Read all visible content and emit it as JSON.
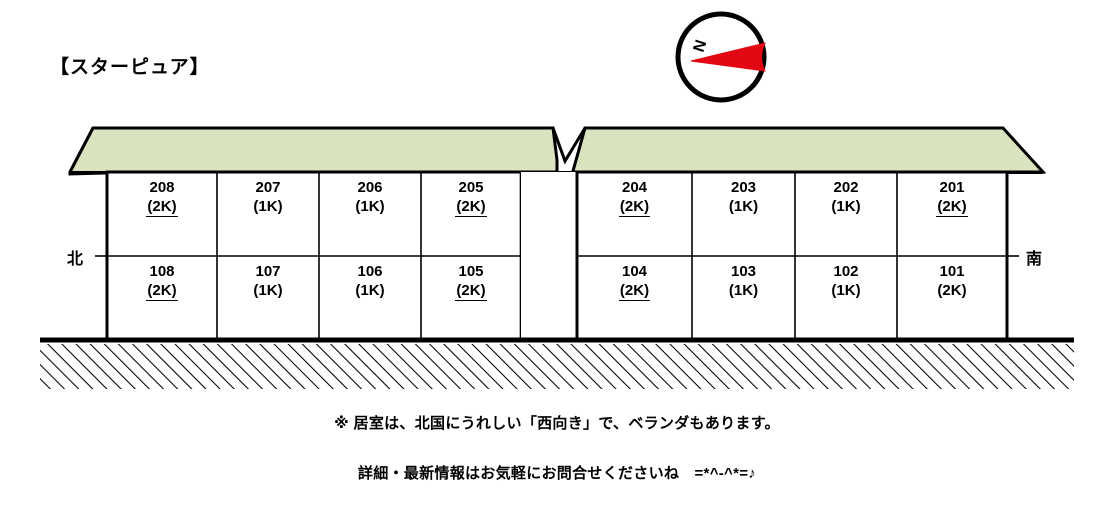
{
  "title": "【スターピュア】",
  "compass": {
    "icon": "compass-rose-icon",
    "north_label": "N",
    "arrow_color": "#e30613",
    "ring_color": "#000000"
  },
  "colors": {
    "roof": "#d9e3bf",
    "outline": "#000000",
    "ground_hatch": "#000000",
    "room_fill": "#ffffff"
  },
  "directions": {
    "left": "北",
    "right": "南"
  },
  "legend": {
    "vacant_marker": "underline",
    "vacant_meaning": "underlined unit type"
  },
  "buildings": [
    {
      "name": "west-wing",
      "floors": [
        {
          "name": "2f",
          "rooms": [
            {
              "number": "208",
              "type": "(2K)",
              "vacant": true
            },
            {
              "number": "207",
              "type": "(1K)",
              "vacant": false
            },
            {
              "number": "206",
              "type": "(1K)",
              "vacant": false
            },
            {
              "number": "205",
              "type": "(2K)",
              "vacant": true
            }
          ]
        },
        {
          "name": "1f",
          "rooms": [
            {
              "number": "108",
              "type": "(2K)",
              "vacant": true
            },
            {
              "number": "107",
              "type": "(1K)",
              "vacant": false
            },
            {
              "number": "106",
              "type": "(1K)",
              "vacant": false
            },
            {
              "number": "105",
              "type": "(2K)",
              "vacant": true
            }
          ]
        }
      ]
    },
    {
      "name": "east-wing",
      "floors": [
        {
          "name": "2f",
          "rooms": [
            {
              "number": "204",
              "type": "(2K)",
              "vacant": true
            },
            {
              "number": "203",
              "type": "(1K)",
              "vacant": false
            },
            {
              "number": "202",
              "type": "(1K)",
              "vacant": false
            },
            {
              "number": "201",
              "type": "(2K)",
              "vacant": true
            }
          ]
        },
        {
          "name": "1f",
          "rooms": [
            {
              "number": "104",
              "type": "(2K)",
              "vacant": true
            },
            {
              "number": "103",
              "type": "(1K)",
              "vacant": false
            },
            {
              "number": "102",
              "type": "(1K)",
              "vacant": false
            },
            {
              "number": "101",
              "type": "(2K)",
              "vacant": false
            }
          ]
        }
      ]
    }
  ],
  "notes": {
    "orientation": "※ 居室は、北国にうれしい「西向き」で、ベランダもあります。",
    "contact": "詳細・最新情報はお気軽にお問合せくださいね　=*^-^*=♪"
  }
}
